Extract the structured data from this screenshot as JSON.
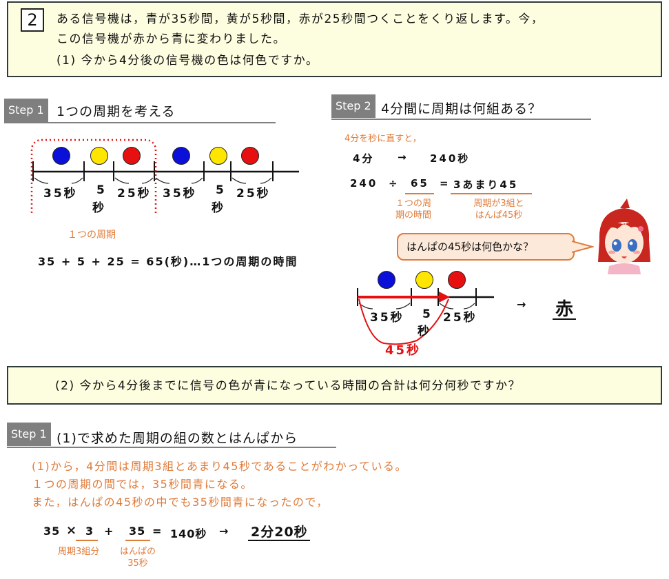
{
  "question2": {
    "number": "2",
    "line1": "ある信号機は，青が35秒間，黄が5秒間，赤が25秒間つくことをくり返します。今，",
    "line2": "この信号機が赤から青に変わりました。",
    "line3": "(1) 今から4分後の信号機の色は何色ですか。"
  },
  "part1_step1": {
    "tag": "Step 1",
    "title": "1つの周期を考える",
    "seg_labels": [
      "35秒",
      "5",
      "秒",
      "25秒",
      "35秒",
      "5",
      "秒",
      "25秒"
    ],
    "period_label": "１つの周期",
    "equation": "35 + 5 + 25 = 65(秒)…1つの周期の時間"
  },
  "part1_step2": {
    "tag": "Step 2",
    "title": "4分間に周期は何組ある？",
    "note": "4分を秒に直すと，",
    "conv_left": "4分",
    "conv_arrow": "→",
    "conv_right": "240秒",
    "div_a": "240",
    "div_op": "÷",
    "div_b": "65",
    "div_eq": "=",
    "div_result": "3あまり45",
    "note_b_line1": "１つの周",
    "note_b_line2": "期の時間",
    "note_r_line1": "周期が3組と",
    "note_r_line2": "はんぱ45秒",
    "bubble": "はんぱの45秒は何色かな？",
    "seg_labels": [
      "35秒",
      "5",
      "秒",
      "25秒"
    ],
    "span_label": "45秒",
    "answer_arrow": "→",
    "answer": "赤"
  },
  "question2_2": {
    "text": "(2) 今から4分後までに信号の色が青になっている時間の合計は何分何秒ですか？"
  },
  "part2_step1": {
    "tag": "Step 1",
    "title": "(1)で求めた周期の組の数とはんぱから",
    "line1": "(1)から，4分間は周期3組とあまり45秒であることがわかっている。",
    "line2": "１つの周期の間では，35秒間青になる。",
    "line3": "また，はんぱの45秒の中でも35秒間青になったので，",
    "eq_a": "35",
    "eq_times": "×",
    "eq_b": "3",
    "eq_plus": "+",
    "eq_c": "35",
    "eq_eq": "=",
    "eq_sum": "140秒",
    "eq_arrow": "→",
    "eq_answer": "2分20秒",
    "note_b": "周期3組分",
    "note_c_line1": "はんぱの",
    "note_c_line2": "35秒"
  },
  "colors": {
    "blue": "#0b10d8",
    "yellow": "#ffe600",
    "red": "#e61010",
    "accent_orange": "#e07b39",
    "box_bg": "#fdfde0",
    "step_tag": "#7f7f7f"
  }
}
